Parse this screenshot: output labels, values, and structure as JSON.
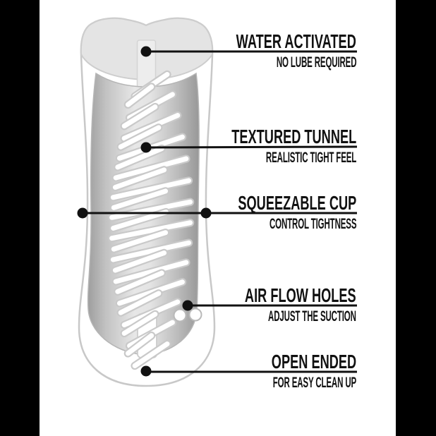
{
  "diagram": {
    "title": "Product feature cutaway diagram",
    "callouts": [
      {
        "id": "water-activated",
        "title": "WATER ACTIVATED",
        "subtitle": "NO LUBE REQUIRED"
      },
      {
        "id": "textured-tunnel",
        "title": "TEXTURED TUNNEL",
        "subtitle": "REALISTIC TIGHT FEEL"
      },
      {
        "id": "squeezable-cup",
        "title": "SQUEEZABLE CUP",
        "subtitle": "CONTROL TIGHTNESS"
      },
      {
        "id": "air-flow-holes",
        "title": "AIR FLOW HOLES",
        "subtitle": "ADJUST THE SUCTION"
      },
      {
        "id": "open-ended",
        "title": "OPEN ENDED",
        "subtitle": "FOR EASY CLEAN UP"
      }
    ],
    "colors": {
      "background": "#ffffff",
      "pillarbox": "#000000",
      "callout_line": "#111111",
      "text": "#111111",
      "cap_gray": "#e4e4e4",
      "shell_outline": "#c8c8c8",
      "cavity_edge_gray": "#9e9e9e",
      "rib_outline": "#c9c9c9"
    }
  }
}
